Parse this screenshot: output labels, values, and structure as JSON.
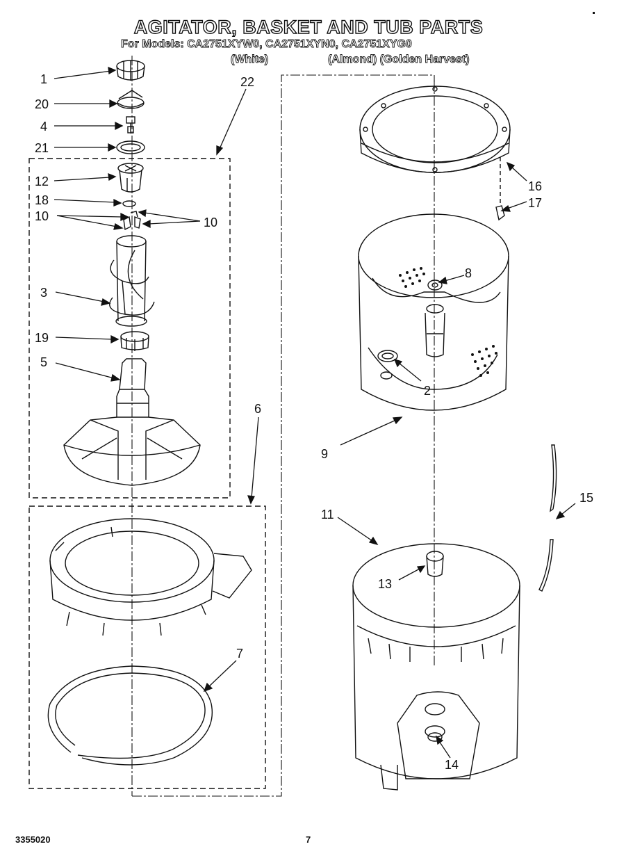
{
  "header": {
    "title": "AGITATOR, BASKET AND TUB PARTS",
    "models_line": "For Models: CA2751XYW0,  CA2751XYN0, CA2751XYG0",
    "color_white": "(White)",
    "color_almond_golden": "(Almond) (Golden Harvest)"
  },
  "callouts": {
    "c1": "1",
    "c20": "20",
    "c4": "4",
    "c21": "21",
    "c22": "22",
    "c12": "12",
    "c18": "18",
    "c10a": "10",
    "c10b": "10",
    "c3": "3",
    "c19": "19",
    "c5": "5",
    "c6": "6",
    "c7": "7",
    "c16": "16",
    "c17": "17",
    "c8": "8",
    "c2": "2",
    "c9": "9",
    "c15": "15",
    "c11": "11",
    "c13": "13",
    "c14": "14"
  },
  "footer": {
    "doc_number": "3355020",
    "page_number": "7"
  }
}
